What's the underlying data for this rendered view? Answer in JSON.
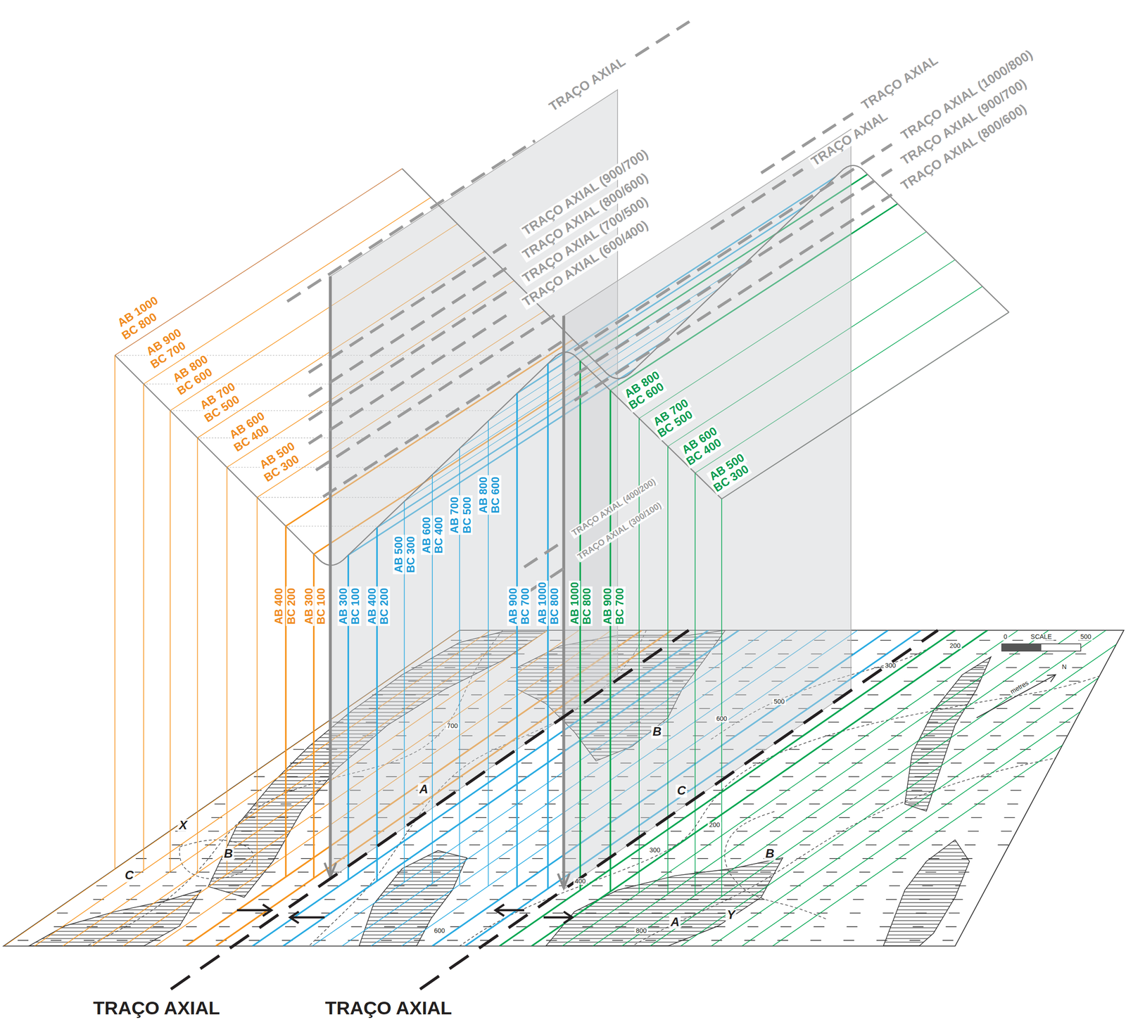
{
  "diagram": {
    "labels": [
      "TRAÇO AXIAL",
      "TRAÇO AXIAL",
      "TRAÇO AXIAL",
      "TRAÇO AXIAL (1000/800)",
      "TRAÇO AXIAL (900/700)",
      "TRAÇO AXIAL (800/600)",
      "TRAÇO AXIAL (900/700)",
      "TRAÇO AXIAL (800/600)",
      "TRAÇO AXIAL (700/500)",
      "TRAÇO AXIAL (600/400)",
      "TRAÇO AXIAL (400/200)",
      "TRAÇO AXIAL (300/100)",
      "AB 1000",
      "BC 800",
      "AB 900",
      "BC 700",
      "AB 800",
      "BC 600",
      "AB 700",
      "BC 500",
      "AB 600",
      "BC 400",
      "AB 500",
      "BC 300",
      "AB 400",
      "BC 200",
      "AB 300",
      "BC 100",
      "AB 300",
      "BC 100",
      "AB 400",
      "BC 200",
      "AB 500",
      "BC 300",
      "AB 600",
      "BC 400",
      "AB 700",
      "BC 500",
      "AB 800",
      "BC 600",
      "AB 900",
      "BC 700",
      "AB 1000",
      "BC 800",
      "AB 1000",
      "BC 800",
      "AB 900",
      "BC 700",
      "AB 800",
      "BC 600",
      "AB 700",
      "BC 500",
      "AB 600",
      "BC 400",
      "AB 500",
      "BC 300",
      "B",
      "A",
      "C",
      "X",
      "B",
      "C",
      "B",
      "Y",
      "A",
      "200",
      "300",
      "500",
      "600",
      "700",
      "200",
      "300",
      "400",
      "600",
      "800",
      "0",
      "SCALE",
      "500",
      "metres",
      "N",
      "TRAÇO AXIAL",
      "TRAÇO AXIAL"
    ]
  }
}
